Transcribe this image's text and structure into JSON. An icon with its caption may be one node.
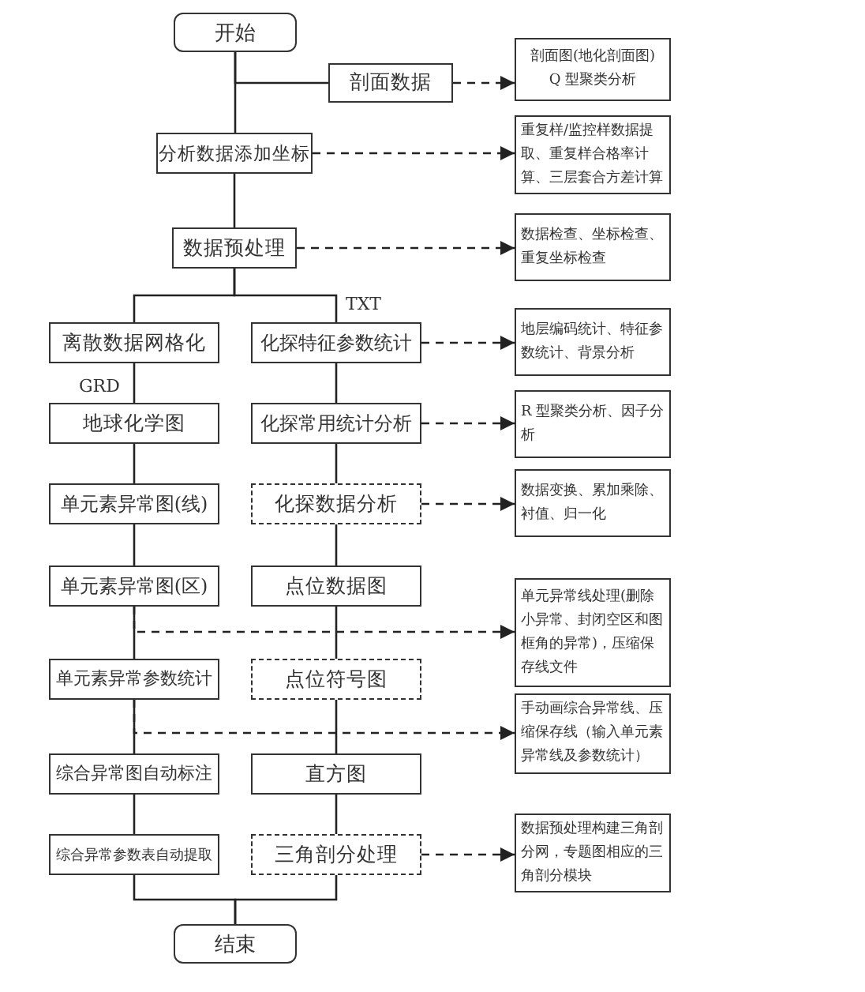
{
  "diagram": {
    "nodes": [
      {
        "text": [
          "开始"
        ]
      },
      {
        "text": [
          "剖面数据"
        ]
      },
      {
        "text": [
          "剖面图(地化剖面图)",
          "Q 型聚类分析"
        ]
      },
      {
        "text": [
          "分析数据添加坐标"
        ]
      },
      {
        "text": [
          "重复样/监控样数据提取、重复样合格率计算、三层套合方差计算"
        ]
      },
      {
        "text": [
          "数据预处理"
        ]
      },
      {
        "text": [
          "数据检查、坐标检查、重复坐标检查"
        ]
      },
      {
        "text": [
          "离散数据网格化"
        ]
      },
      {
        "text": [
          "化探特征参数统计"
        ]
      },
      {
        "text": [
          "地层编码统计、特征参数统计、背景分析"
        ]
      },
      {
        "text": [
          "地球化学图"
        ]
      },
      {
        "text": [
          "化探常用统计分析"
        ]
      },
      {
        "text": [
          "R 型聚类分析、因子分析"
        ]
      },
      {
        "text": [
          "单元素异常图(线)"
        ]
      },
      {
        "text": [
          "化探数据分析"
        ]
      },
      {
        "text": [
          "数据变换、累加乘除、衬值、归一化"
        ]
      },
      {
        "text": [
          "单元素异常图(区)"
        ]
      },
      {
        "text": [
          "点位数据图"
        ]
      },
      {
        "text": [
          "单元异常线处理(删除小异常、封闭空区和图框角的异常)，压缩保存线文件"
        ]
      },
      {
        "text": [
          "单元素异常参数统计"
        ]
      },
      {
        "text": [
          "点位符号图"
        ]
      },
      {
        "text": [
          "手动画综合异常线、压缩保存线（输入单元素异常线及参数统计）"
        ]
      },
      {
        "text": [
          "综合异常图自动标注"
        ]
      },
      {
        "text": [
          "直方图"
        ]
      },
      {
        "text": [
          "综合异常参数表自动提取"
        ]
      },
      {
        "text": [
          "三角剖分处理"
        ]
      },
      {
        "text": [
          "数据预处理构建三角剖分网，专题图相应的三角剖分模块"
        ]
      },
      {
        "text": [
          "结束"
        ]
      }
    ],
    "edges": [
      {
        "from": 0,
        "to": 1,
        "arrow": "none"
      },
      {
        "from": 0,
        "to": 3,
        "arrow": "none"
      },
      {
        "from": 1,
        "to": 2,
        "arrow": "to",
        "style": "dashed"
      },
      {
        "from": 3,
        "to": 4,
        "arrow": "to",
        "style": "dashed"
      },
      {
        "from": 3,
        "to": 5,
        "arrow": "none"
      },
      {
        "from": 5,
        "to": 6,
        "arrow": "to",
        "style": "dashed"
      },
      {
        "from": 5,
        "to": 7,
        "arrow": "none"
      },
      {
        "from": 5,
        "to": 8,
        "arrow": "none"
      },
      {
        "from": 8,
        "to": 9,
        "arrow": "to",
        "style": "dashed"
      },
      {
        "from": 7,
        "to": 10,
        "arrow": "none"
      },
      {
        "from": 8,
        "to": 11,
        "arrow": "none"
      },
      {
        "from": 11,
        "to": 12,
        "arrow": "to",
        "style": "dashed"
      },
      {
        "from": 10,
        "to": 13,
        "arrow": "none"
      },
      {
        "from": 11,
        "to": 14,
        "arrow": "none"
      },
      {
        "from": 14,
        "to": 15,
        "arrow": "to",
        "style": "dashed"
      },
      {
        "from": 13,
        "to": 16,
        "arrow": "none"
      },
      {
        "from": 14,
        "to": 17,
        "arrow": "none"
      },
      {
        "from": 16,
        "to": 19,
        "arrow": "none"
      },
      {
        "from": 16,
        "to": 18,
        "arrow": "to",
        "style": "dashed"
      },
      {
        "from": 17,
        "to": 20,
        "arrow": "none"
      },
      {
        "from": 19,
        "to": 22,
        "arrow": "none"
      },
      {
        "from": 19,
        "to": 21,
        "arrow": "to",
        "style": "dashed"
      },
      {
        "from": 20,
        "to": 23,
        "arrow": "none"
      },
      {
        "from": 22,
        "to": 24,
        "arrow": "none"
      },
      {
        "from": 23,
        "to": 25,
        "arrow": "none"
      },
      {
        "from": 25,
        "to": 26,
        "arrow": "to",
        "style": "dashed"
      },
      {
        "from": 24,
        "to": 27,
        "arrow": "none"
      },
      {
        "from": 25,
        "to": 27,
        "arrow": "none"
      }
    ],
    "labels": [
      "TXT",
      "GRD"
    ]
  }
}
